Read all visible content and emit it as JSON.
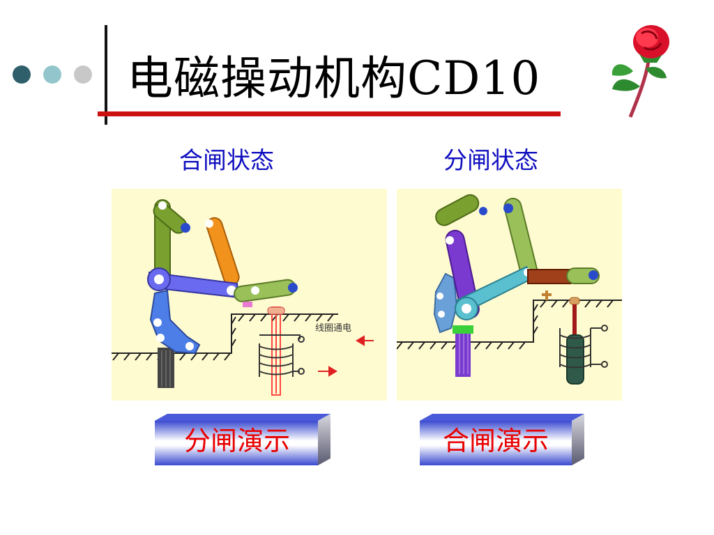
{
  "slide": {
    "title": "电磁操动机构CD10"
  },
  "decor": {
    "dot_colors": [
      "#2f5f6a",
      "#93c6cc",
      "#c8c8c8"
    ],
    "accent_line_color": "#cc1111",
    "rose_icon": "rose-icon"
  },
  "closed_state": {
    "label": "合闸状态",
    "coil_label": "线圈通电"
  },
  "open_state": {
    "label": "分闸状态"
  },
  "buttons": {
    "open_demo": "分闸演示",
    "close_demo": "合闸演示"
  },
  "colors": {
    "label_blue": "#1010c0",
    "button_text_red": "#e80000",
    "panel_bg": "#fffbd0"
  }
}
